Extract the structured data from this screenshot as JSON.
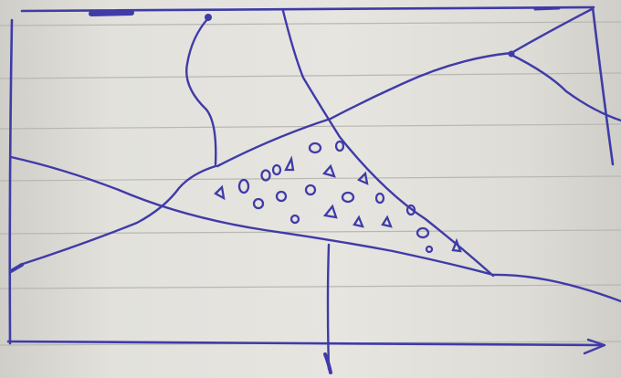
{
  "paper": {
    "background": "#e4e3de",
    "rule_color": "#b8b7b2",
    "ink_color": "#3f3ba8"
  },
  "figure": {
    "description_elements": {
      "frame": "rectangle-frame",
      "region": "dotted-triangle-region",
      "lines": [
        "crossing-line",
        "upper-right-line",
        "vertical-curve",
        "left-diagonal",
        "right-branch",
        "bottom-vertical-line"
      ]
    }
  }
}
